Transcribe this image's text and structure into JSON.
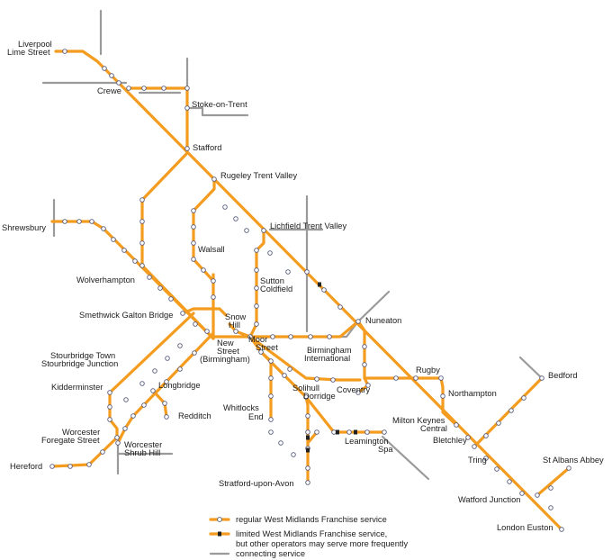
{
  "colors": {
    "regular": "#f39c1f",
    "connecting": "#9a9a9a",
    "station_fill": "#ffffff",
    "station_stroke": "#555a7a",
    "limited_marker": "#222222"
  },
  "stations": {
    "liverpool": [
      "Liverpool",
      "Lime Street"
    ],
    "crewe": [
      "Crewe"
    ],
    "stoke": [
      "Stoke-on-Trent"
    ],
    "stafford": [
      "Stafford"
    ],
    "rugeley": [
      "Rugeley Trent Valley"
    ],
    "lichfield": [
      "Lichfield Trent Valley"
    ],
    "shrewsbury": [
      "Shrewsbury"
    ],
    "walsall": [
      "Walsall"
    ],
    "sutton": [
      "Sutton",
      "Coldfield"
    ],
    "wolverhampton": [
      "Wolverhampton"
    ],
    "smethwick": [
      "Smethwick Galton Bridge"
    ],
    "snowhill": [
      "Snow",
      "Hill"
    ],
    "nuneaton": [
      "Nuneaton"
    ],
    "newstreet": [
      "New",
      "Street",
      "(Birmingham)"
    ],
    "moorstreet": [
      "Moor",
      "Street"
    ],
    "bhamint": [
      "Birmingham",
      "International"
    ],
    "stourbridge_town": [
      "Stourbridge Town"
    ],
    "stourbridge_jn": [
      "Stourbridge Junction"
    ],
    "kidderminster": [
      "Kidderminster"
    ],
    "longbridge": [
      "Longbridge"
    ],
    "redditch": [
      "Redditch"
    ],
    "solihull": [
      "Solihull"
    ],
    "dorridge": [
      "Dorridge"
    ],
    "coventry": [
      "Coventry"
    ],
    "rugby": [
      "Rugby"
    ],
    "northampton": [
      "Northampton"
    ],
    "bedford": [
      "Bedford"
    ],
    "whitlocks": [
      "Whitlocks",
      "End"
    ],
    "worcester_fs": [
      "Worcester",
      "Foregate Street"
    ],
    "worcester_sh": [
      "Worcester",
      "Shrub Hill"
    ],
    "hereford": [
      "Hereford"
    ],
    "leamington": [
      "Leamington",
      "Spa"
    ],
    "miltonkeynes": [
      "Milton Keynes",
      "Central"
    ],
    "bletchley": [
      "Bletchley"
    ],
    "tring": [
      "Tring"
    ],
    "stalbans": [
      "St Albans Abbey"
    ],
    "watford": [
      "Watford Junction"
    ],
    "stratford": [
      "Stratford-upon-Avon"
    ],
    "euston": [
      "London Euston"
    ]
  },
  "legend": [
    {
      "type": "regular",
      "text": [
        "regular West Midlands Franchise service"
      ]
    },
    {
      "type": "limited",
      "text": [
        "limited West Midlands Franchise service,",
        "but other operators may serve more frequently"
      ]
    },
    {
      "type": "connecting",
      "text": [
        "connecting service"
      ]
    }
  ]
}
